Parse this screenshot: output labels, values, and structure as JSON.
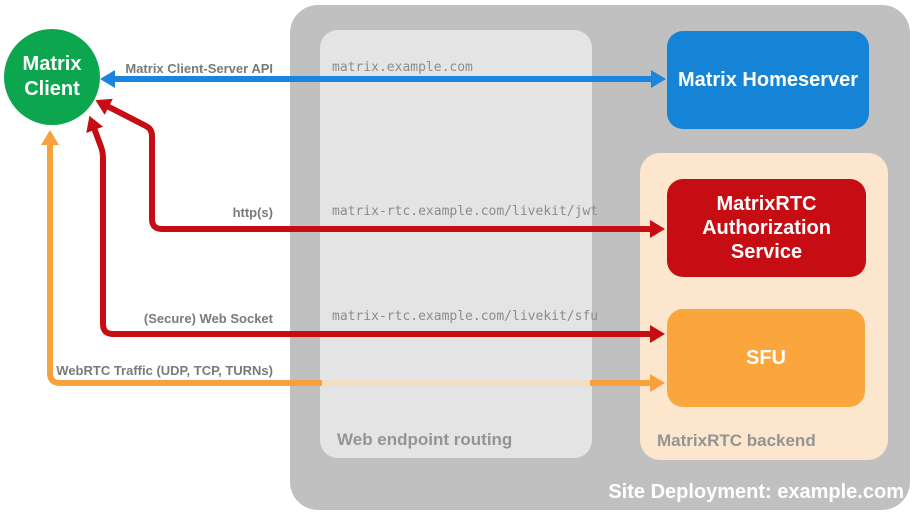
{
  "title": "MatrixRTC site deployment diagram",
  "client": {
    "label": "Matrix Client",
    "color": "#0CA64F"
  },
  "homeserver": {
    "label": "Matrix Homeserver",
    "color": "#1583D6"
  },
  "deployment": {
    "footer_label": "Site Deployment: example.com",
    "bg": "#C0C0C0"
  },
  "routing": {
    "label": "Web endpoint routing",
    "bg": "#E4E4E4",
    "routes": [
      "matrix.example.com",
      "matrix-rtc.example.com/livekit/jwt",
      "matrix-rtc.example.com/livekit/sfu"
    ]
  },
  "backend": {
    "label": "MatrixRTC backend",
    "bg": "#FCE7CE",
    "auth_service": {
      "label": "MatrixRTC Authorization Service",
      "color": "#C60D13"
    },
    "sfu": {
      "label": "SFU",
      "color": "#FAA63C"
    }
  },
  "arrows": [
    {
      "name": "client-server-api",
      "label": "Matrix Client-Server API",
      "color": "#1B84DC",
      "from": "Matrix Client",
      "to": "Matrix Homeserver",
      "bidirectional": true
    },
    {
      "name": "https",
      "label": "http(s)",
      "color": "#C60D13",
      "from": "Matrix Client",
      "to": "MatrixRTC Authorization Service",
      "bidirectional": true
    },
    {
      "name": "secure-web-socket",
      "label": "(Secure) Web Socket",
      "color": "#C60D13",
      "from": "Matrix Client",
      "to": "SFU",
      "bidirectional": true
    },
    {
      "name": "webrtc-traffic",
      "label": "WebRTC Traffic (UDP, TCP, TURNs)",
      "color": "#F7A23C",
      "fade_color": "#F2DEC3",
      "from": "Matrix Client",
      "to": "SFU",
      "bidirectional": true
    }
  ]
}
